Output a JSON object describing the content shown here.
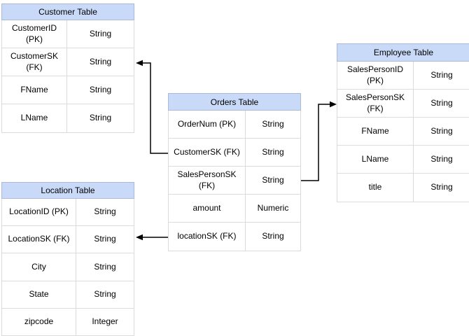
{
  "diagram": {
    "tables": {
      "customer": {
        "title": "Customer Table",
        "rows": [
          {
            "field": "CustomerID (PK)",
            "type": "String"
          },
          {
            "field": "CustomerSK\n(FK)",
            "type": "String"
          },
          {
            "field": "FName",
            "type": "String"
          },
          {
            "field": "LName",
            "type": "String"
          }
        ]
      },
      "orders": {
        "title": "Orders Table",
        "rows": [
          {
            "field": "OrderNum (PK)",
            "type": "String"
          },
          {
            "field": "CustomerSK (FK)",
            "type": "String"
          },
          {
            "field": "SalesPersonSK\n(FK)",
            "type": "String"
          },
          {
            "field": "amount",
            "type": "Numeric"
          },
          {
            "field": "locationSK (FK)",
            "type": "String"
          }
        ]
      },
      "employee": {
        "title": "Employee Table",
        "rows": [
          {
            "field": "SalesPersonID (PK)",
            "type": "String"
          },
          {
            "field": "SalesPersonSK\n(FK)",
            "type": "String"
          },
          {
            "field": "FName",
            "type": "String"
          },
          {
            "field": "LName",
            "type": "String"
          },
          {
            "field": "title",
            "type": "String"
          }
        ]
      },
      "location": {
        "title": "Location Table",
        "rows": [
          {
            "field": "LocationID (PK)",
            "type": "String"
          },
          {
            "field": "LocationSK (FK)",
            "type": "String"
          },
          {
            "field": "City",
            "type": "String"
          },
          {
            "field": "State",
            "type": "String"
          },
          {
            "field": "zipcode",
            "type": "Integer"
          }
        ]
      }
    },
    "relationships": [
      {
        "from": "Orders Table.CustomerSK (FK)",
        "to": "Customer Table.CustomerSK (FK)"
      },
      {
        "from": "Orders Table.SalesPersonSK (FK)",
        "to": "Employee Table.SalesPersonSK (FK)"
      },
      {
        "from": "Orders Table.locationSK (FK)",
        "to": "Location Table.LocationSK (FK)"
      }
    ],
    "colors": {
      "header_fill": "#C9DAF8",
      "header_border": "#AEB8D8",
      "cell_border": "#DBDBDB",
      "arrow": "#000000",
      "background": "#FFFFFF"
    }
  }
}
